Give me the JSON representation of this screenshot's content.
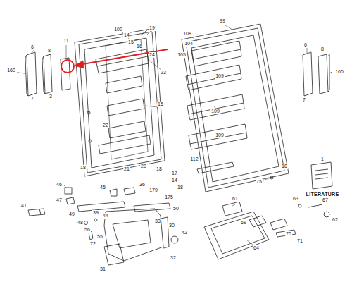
{
  "diagram": {
    "labels": [
      "6",
      "160",
      "7",
      "8",
      "3",
      "11",
      "100",
      "14",
      "15",
      "19",
      "16",
      "24",
      "23",
      "15",
      "22",
      "18",
      "21",
      "20",
      "18",
      "99",
      "108",
      "104",
      "105",
      "109",
      "109",
      "109",
      "112",
      "17",
      "14",
      "18",
      "75",
      "18",
      "6",
      "160",
      "7",
      "8",
      "46",
      "47",
      "41",
      "45",
      "36",
      "179",
      "175",
      "50",
      "49",
      "44",
      "48",
      "39",
      "56",
      "72",
      "33",
      "30",
      "55",
      "31",
      "32",
      "42",
      "64",
      "61",
      "63",
      "67",
      "62",
      "69",
      "70",
      "71",
      "1",
      "LITERATURE"
    ]
  }
}
